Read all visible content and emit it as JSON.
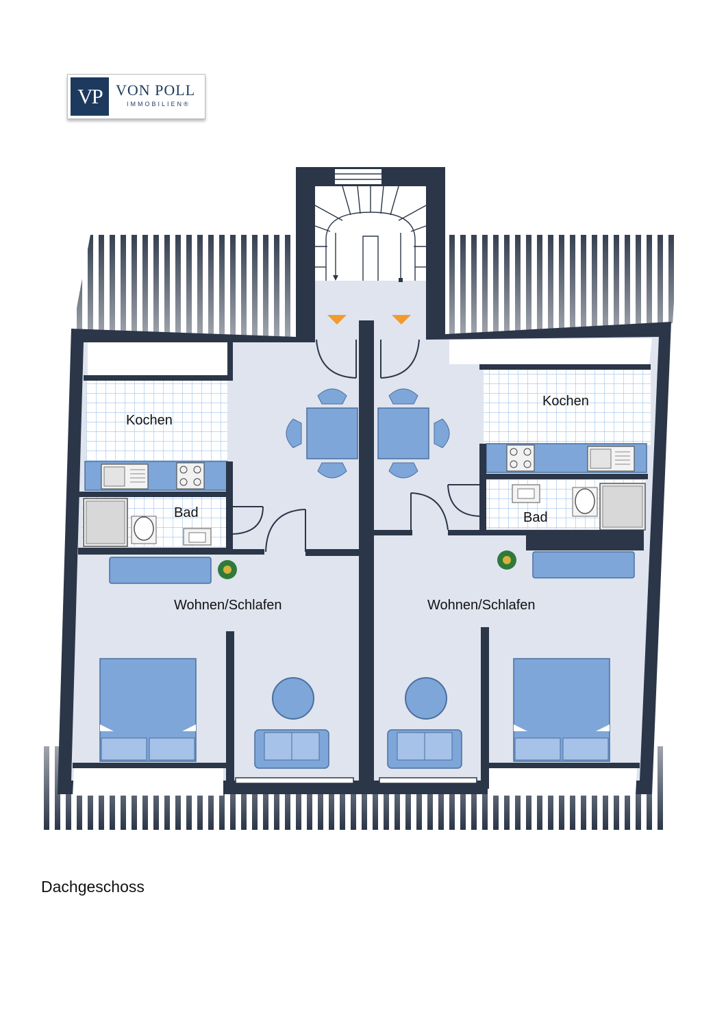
{
  "logo": {
    "mark": "VP",
    "name": "VON POLL",
    "sub": "IMMOBILIEN®"
  },
  "rooms": {
    "kitchen_left": "Kochen",
    "kitchen_right": "Kochen",
    "bath_left": "Bad",
    "bath_right": "Bad",
    "living_left": "Wohnen/Schlafen",
    "living_right": "Wohnen/Schlafen"
  },
  "floor_label": "Dachgeschoss",
  "colors": {
    "wall": "#2b3648",
    "floor": "#dfe4ee",
    "furniture": "#7ea6d8",
    "furniture_edge": "#4a6f9f",
    "tile_grid": "#9cc1ea",
    "door_marker": "#f29a2e"
  }
}
